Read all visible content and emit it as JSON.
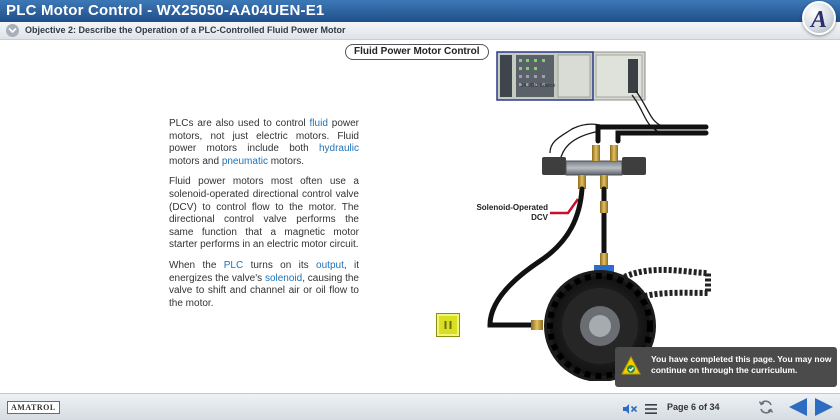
{
  "app": {
    "title": "PLC Motor Control - WX25050-AA04UEN-E1",
    "logo_letter": "A"
  },
  "objective": {
    "text": "Objective 2: Describe the Operation of a PLC-Controlled Fluid Power Motor"
  },
  "diagram": {
    "title": "Fluid Power Motor Control",
    "source_label": "24 VDC Source",
    "dcv_label_line1": "Solenoid-Operated",
    "dcv_label_line2": "DCV"
  },
  "body": {
    "p1": {
      "a": "PLCs are also used to control ",
      "k1": "fluid",
      "b": " power motors, not just electric motors. Fluid power motors include both ",
      "k2": "hydraulic",
      "c": " motors and ",
      "k3": "pneumatic",
      "d": " motors."
    },
    "p2": "Fluid power motors most often use a solenoid-operated directional control valve (DCV) to control flow to the motor. The directional control valve performs the same function that a magnetic motor starter performs in an electric motor circuit.",
    "p3": {
      "a": "When the ",
      "k1": "PLC",
      "b": " turns on its ",
      "k2": "output",
      "c": ", it energizes the valve's ",
      "k3": "solenoid",
      "d": ", causing the valve to shift and channel air or oil flow to the motor."
    }
  },
  "completion": {
    "message": "You have completed this page. You may now continue on through the curriculum."
  },
  "footer": {
    "brand": "AMATROL",
    "page_indicator": "Page 6 of 34"
  },
  "colors": {
    "title_bar": "#2a5f9e",
    "keyword": "#1f72b8",
    "pause_button": "#d9e021",
    "nav_arrow": "#2d6cc0",
    "toast_bg": "#4b4b4b"
  },
  "icons": {
    "objective_toggle": "chevron-down-icon",
    "pause": "pause-icon",
    "mute": "mute-icon",
    "menu": "menu-icon",
    "refresh": "refresh-icon",
    "prev": "prev-arrow-icon",
    "next": "next-arrow-icon",
    "completion": "completion-badge-icon"
  }
}
